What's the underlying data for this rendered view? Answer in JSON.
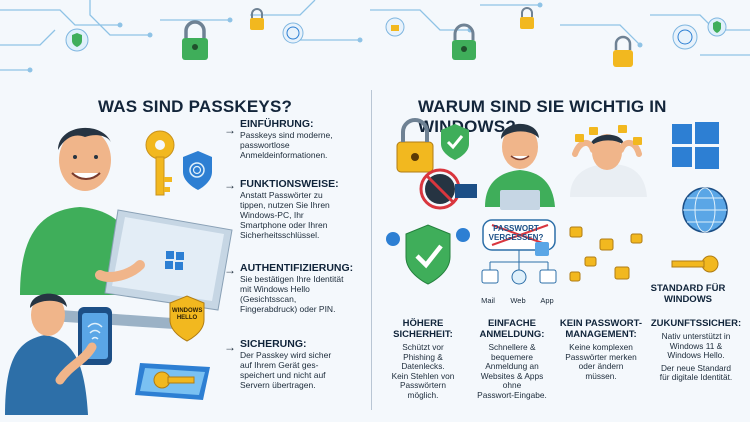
{
  "left": {
    "heading": "WAS SIND PASSKEYS?",
    "sections": [
      {
        "title": "EINFÜHRUNG:",
        "body": [
          "Passkeys sind moderne,",
          "passwortlose",
          "Anmeldeinformationen."
        ]
      },
      {
        "title": "FUNKTIONSWEISE:",
        "body": [
          "Anstatt Passwörter zu",
          "tippen, nutzen Sie Ihren",
          "Windows-PC, Ihr",
          "Smartphone oder Ihren",
          "Sicherheitsschlüssel."
        ]
      },
      {
        "title": "AUTHENTIFIZIERUNG:",
        "body": [
          "Sie bestätigen Ihre Identität",
          "mit Windows Hello",
          "(Gesichtsscan,",
          "Fingerabdruck) oder PIN."
        ]
      },
      {
        "title": "SICHERUNG:",
        "body": [
          "Der Passkey wird sicher",
          "auf Ihrem Gerät ges-",
          "speichert und nicht auf",
          "Servern übertragen."
        ]
      }
    ],
    "hello_shield_label": "WINDOWS HELLO"
  },
  "right": {
    "heading": "WARUM SIND SIE WICHTIG IN WINDOWS?",
    "bubble": "PASSWORT VERGESSEN?",
    "app_labels": [
      "Mail",
      "Web",
      "App"
    ],
    "standard_title": [
      "STANDARD FÜR",
      "WINDOWS"
    ],
    "benefits": [
      {
        "title": [
          "HÖHERE",
          "SICHERHEIT:"
        ],
        "body": [
          "Schützt vor",
          "Phishing &",
          "Datenlecks.",
          "Kein Stehlen von",
          "Passwörtern",
          "möglich."
        ]
      },
      {
        "title": [
          "EINFACHE",
          "ANMELDUNG:"
        ],
        "body": [
          "Schnellere &",
          "bequemere",
          "Anmeldung an",
          "Websites & Apps",
          "ohne",
          "Passwort-Eingabe."
        ]
      },
      {
        "title": [
          "KEIN PASSWORT-",
          "MANAGEMENT:"
        ],
        "body": [
          "Keine komplexen",
          "Passwörter merken",
          "oder ändern",
          "müssen."
        ]
      },
      {
        "title": [
          "ZUKUNFTSSICHER:"
        ],
        "body": [
          "Nativ unterstützt in",
          "Windows 11 &",
          "Windows Hello.",
          "Der neue Standard",
          "für digitale Identität."
        ]
      }
    ]
  },
  "colors": {
    "green": "#3fae5a",
    "blue": "#2d7fd3",
    "gold": "#f2b81f",
    "red": "#d9363e"
  }
}
